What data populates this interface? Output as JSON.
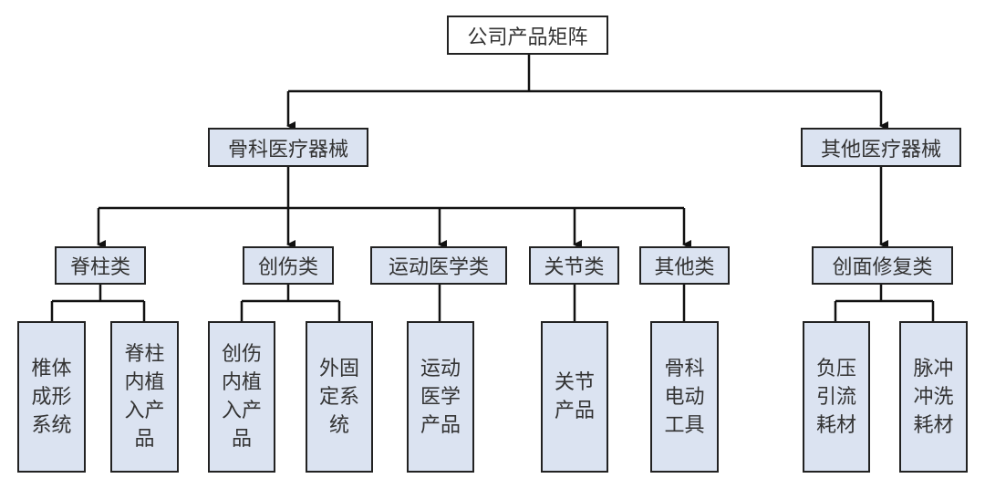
{
  "root": {
    "label": "公司产品矩阵"
  },
  "categories": [
    {
      "label": "骨科医疗器械",
      "groups": [
        {
          "label": "脊柱类",
          "items": [
            "椎体成形系统",
            "脊柱内植入产品"
          ]
        },
        {
          "label": "创伤类",
          "items": [
            "创伤内植入产品",
            "外固定系统"
          ]
        },
        {
          "label": "运动医学类",
          "items": [
            "运动医学产品"
          ]
        },
        {
          "label": "关节类",
          "items": [
            "关节产品"
          ]
        },
        {
          "label": "其他类",
          "items": [
            "骨科电动工具"
          ]
        }
      ]
    },
    {
      "label": "其他医疗器械",
      "groups": [
        {
          "label": "创面修复类",
          "items": [
            "负压引流耗材",
            "脉冲冲洗耗材"
          ]
        }
      ]
    }
  ],
  "colors": {
    "box_fill": "#dbe3f1",
    "border": "#222222"
  }
}
